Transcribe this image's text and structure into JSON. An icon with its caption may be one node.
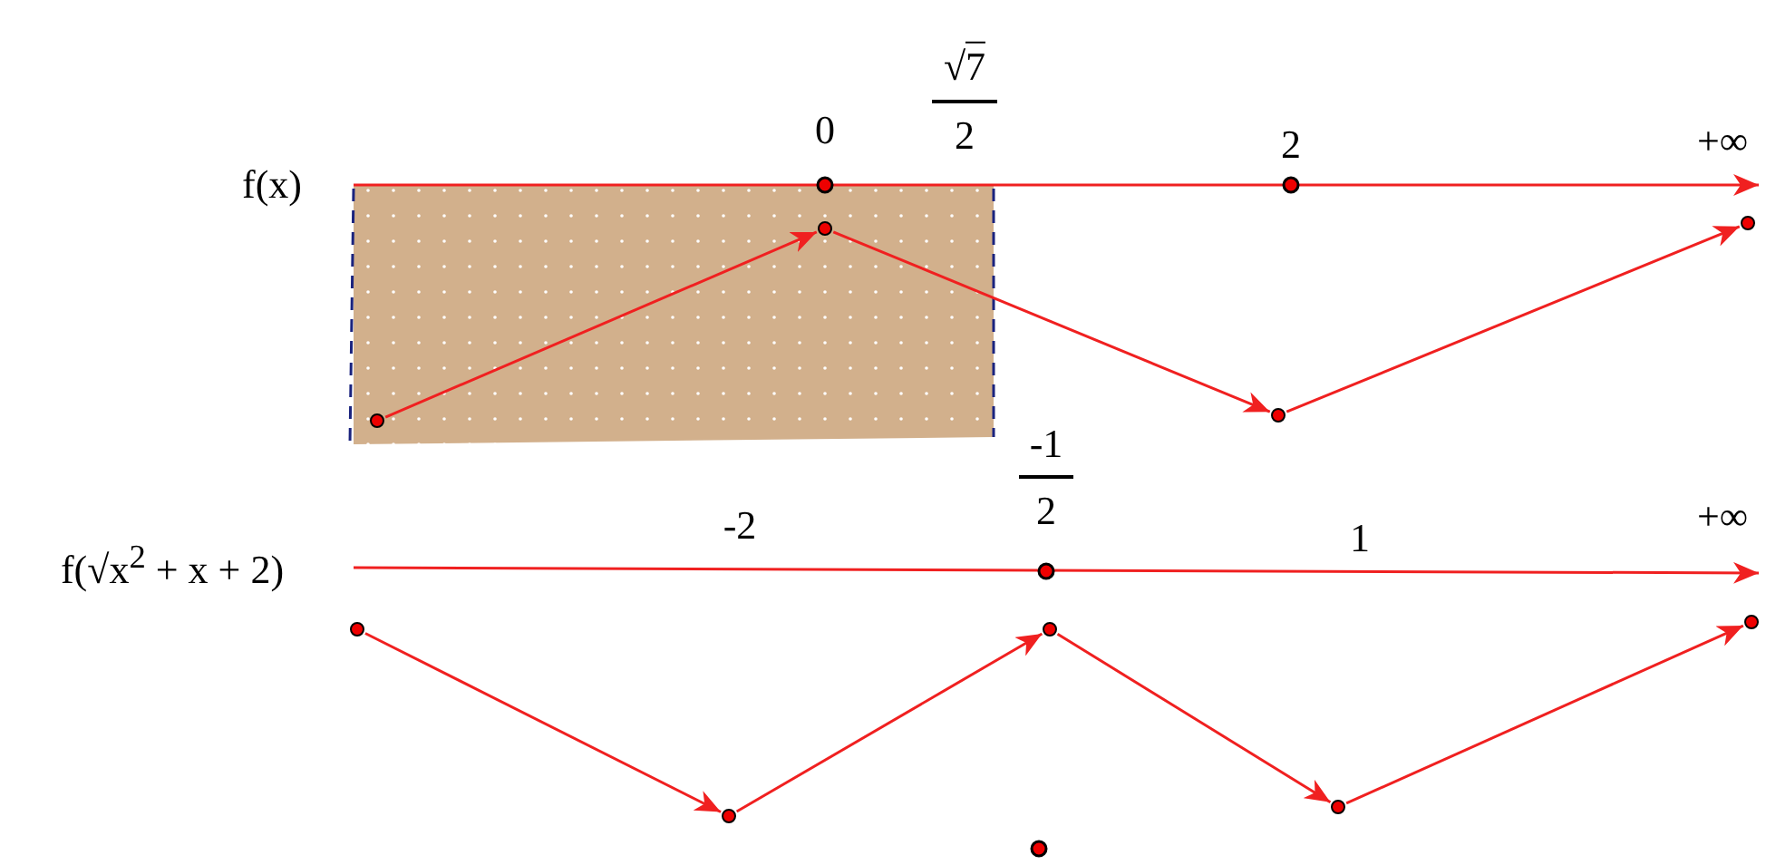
{
  "diagram": {
    "nodes": [
      {
        "text": [],
        "shape": "circle"
      },
      {
        "text": [],
        "shape": "circle"
      },
      {
        "text": [],
        "shape": "circle"
      },
      {
        "text": [],
        "shape": "circle"
      },
      {
        "text": [],
        "shape": "circle"
      },
      {
        "text": [],
        "shape": "circle"
      },
      {
        "text": [],
        "shape": "circle"
      },
      {
        "text": [],
        "shape": "circle"
      },
      {
        "text": [],
        "shape": "circle"
      }
    ],
    "edges": [
      {
        "from": 0,
        "to": 1,
        "arrow": "to"
      },
      {
        "from": 1,
        "to": 2,
        "arrow": "to"
      },
      {
        "from": 2,
        "to": 3,
        "arrow": "to"
      },
      {
        "from": 4,
        "to": 5,
        "arrow": "to"
      },
      {
        "from": 5,
        "to": 6,
        "arrow": "to"
      },
      {
        "from": 6,
        "to": 7,
        "arrow": "to"
      },
      {
        "from": 7,
        "to": 8,
        "arrow": "to"
      }
    ],
    "labels": [
      "√7",
      "2",
      "0",
      "2",
      "+∞",
      "f(x)",
      "-1",
      "2",
      "-2",
      "1",
      "+∞",
      "f(√x$^{2}$ + x + 2)"
    ]
  }
}
